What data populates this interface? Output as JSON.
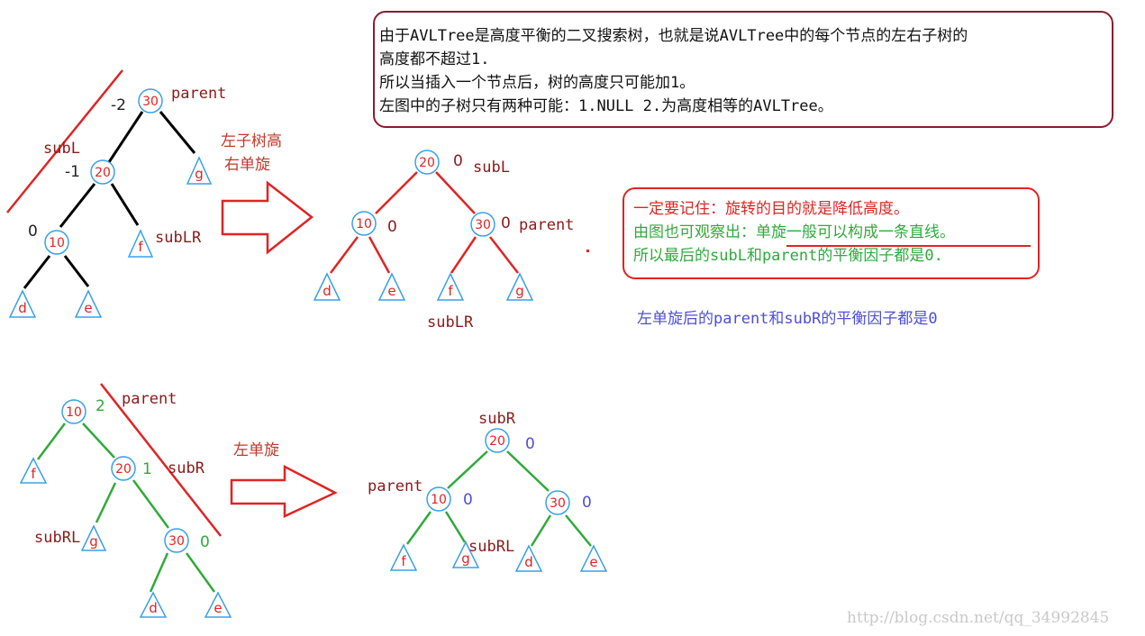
{
  "notes": {
    "summary": [
      "由于AVLTree是高度平衡的二叉搜索树，也就是说AVLTree中的每个节点的左右子树的",
      "高度都不超过1.",
      "所以当插入一个节点后，树的高度只可能加1。",
      "左图中的子树只有两种可能：1.NULL  2.为高度相等的AVLTree。"
    ],
    "remember": {
      "line1": "一定要记住：旋转的目的就是降低高度。",
      "line2": "由图也可观察出：单旋一般可以构成一条直线。",
      "line3": "所以最后的subL和parent的平衡因子都是0."
    },
    "left_rotate_note": "左单旋后的parent和subR的平衡因子都是0"
  },
  "arrows": {
    "top_label": [
      "左子树高",
      "右单旋"
    ],
    "bottom_label": "左单旋"
  },
  "trees": {
    "top_before": {
      "n30": "30",
      "n20": "20",
      "n10": "10",
      "g": "g",
      "f": "f",
      "d": "d",
      "e": "e",
      "bf30": "-2",
      "bf20": "-1",
      "bf10": "0",
      "lab_parent": "parent",
      "lab_subL": "subL",
      "lab_subLR": "subLR"
    },
    "top_after": {
      "n20": "20",
      "n10": "10",
      "n30": "30",
      "d": "d",
      "e": "e",
      "f": "f",
      "g": "g",
      "bf20": "0",
      "bf10": "0",
      "bf30": "0",
      "lab_subL": "subL",
      "lab_parent": "parent",
      "lab_subLR": "subLR"
    },
    "bottom_before": {
      "n10": "10",
      "n20": "20",
      "n30": "30",
      "f": "f",
      "g": "g",
      "d": "d",
      "e": "e",
      "bf10": "2",
      "bf20": "1",
      "bf30": "0",
      "lab_parent": "parent",
      "lab_subR": "subR",
      "lab_subRL": "subRL"
    },
    "bottom_after": {
      "n20": "20",
      "n10": "10",
      "n30": "30",
      "f": "f",
      "g": "g",
      "d": "d",
      "e": "e",
      "bf20": "0",
      "bf10": "0",
      "bf30": "0",
      "lab_subR": "subR",
      "lab_parent": "parent",
      "lab_subRL": "subRL"
    }
  },
  "colors": {
    "node_stroke": "#3aa0e8",
    "node_text": "#e02424",
    "edge_black": "#000000",
    "edge_red": "#e02424",
    "edge_green": "#2faa3c",
    "label_dark": "#8b1a1a",
    "bf_blue": "#4e4ed8",
    "bf_green": "#2faa3c"
  },
  "watermark": "http://blog.csdn.net/qq_34992845"
}
